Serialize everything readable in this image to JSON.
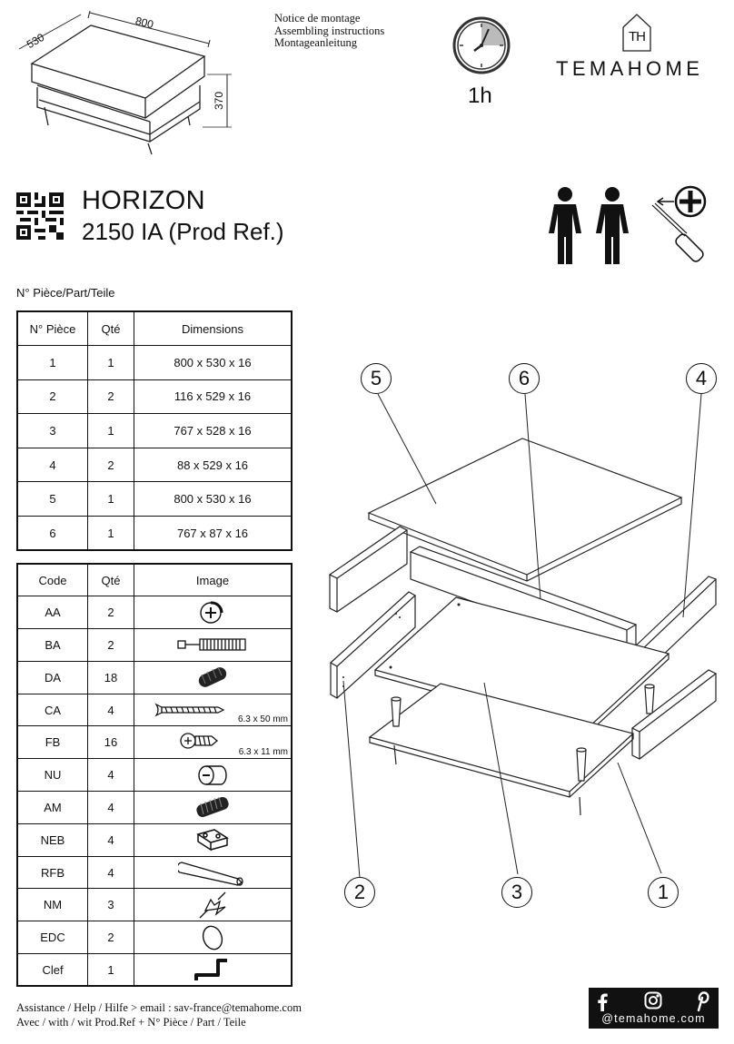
{
  "header": {
    "notice_lines": [
      "Notice de montage",
      "Assembling instructions",
      "Montageanleitung"
    ],
    "time": "1h",
    "brand_monogram": "TH",
    "brand_name": "TEMAHOME",
    "dimensions": {
      "width": "800",
      "depth": "530",
      "height": "370"
    }
  },
  "product": {
    "name": "HORIZON",
    "ref": "2150 IA (Prod Ref.)"
  },
  "parts_caption": "N° Pièce/Part/Teile",
  "parts_table": {
    "headers": [
      "N° Pièce",
      "Qté",
      "Dimensions"
    ],
    "rows": [
      {
        "piece": "1",
        "qty": "1",
        "dims": "800 x 530 x 16"
      },
      {
        "piece": "2",
        "qty": "2",
        "dims": "116 x 529 x 16"
      },
      {
        "piece": "3",
        "qty": "1",
        "dims": "767 x 528 x 16"
      },
      {
        "piece": "4",
        "qty": "2",
        "dims": "88 x 529 x 16"
      },
      {
        "piece": "5",
        "qty": "1",
        "dims": "800 x 530 x 16"
      },
      {
        "piece": "6",
        "qty": "1",
        "dims": "767 x 87 x 16"
      }
    ]
  },
  "hardware_table": {
    "headers": [
      "Code",
      "Qté",
      "Image"
    ],
    "rows": [
      {
        "code": "AA",
        "qty": "2",
        "icon": "cam-lock-icon",
        "size": ""
      },
      {
        "code": "BA",
        "qty": "2",
        "icon": "cam-bolt-icon",
        "size": ""
      },
      {
        "code": "DA",
        "qty": "18",
        "icon": "wood-dowel-icon",
        "size": ""
      },
      {
        "code": "CA",
        "qty": "4",
        "icon": "long-screw-icon",
        "size": "6.3 x 50 mm"
      },
      {
        "code": "FB",
        "qty": "16",
        "icon": "short-screw-icon",
        "size": "6.3 x 11 mm"
      },
      {
        "code": "NU",
        "qty": "4",
        "icon": "insert-nut-icon",
        "size": ""
      },
      {
        "code": "AM",
        "qty": "4",
        "icon": "threaded-insert-icon",
        "size": ""
      },
      {
        "code": "NEB",
        "qty": "4",
        "icon": "leg-bracket-icon",
        "size": ""
      },
      {
        "code": "RFB",
        "qty": "4",
        "icon": "leg-icon",
        "size": ""
      },
      {
        "code": "NM",
        "qty": "3",
        "icon": "nail-icon",
        "size": ""
      },
      {
        "code": "EDC",
        "qty": "2",
        "icon": "cap-cover-icon",
        "size": ""
      },
      {
        "code": "Clef",
        "qty": "1",
        "icon": "allen-key-icon",
        "size": ""
      }
    ]
  },
  "diagram_callouts": [
    "5",
    "6",
    "4",
    "2",
    "3",
    "1"
  ],
  "footer": {
    "assist_line1": "Assistance / Help / Hilfe > email : sav-france@temahome.com",
    "assist_line2": "Avec / with / wit  Prod.Ref + N° Pièce / Part / Teile",
    "social_handle": "@temahome.com",
    "social_icons": [
      "facebook-icon",
      "instagram-icon",
      "pinterest-icon"
    ]
  }
}
